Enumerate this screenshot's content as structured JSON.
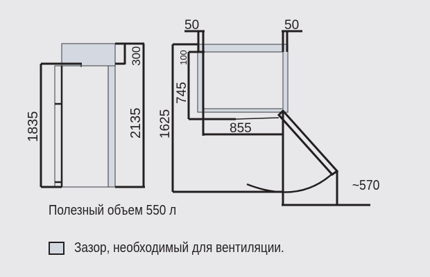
{
  "diagram": {
    "colors": {
      "background": "#e8e8ea",
      "line": "#231f20",
      "clearance_fill": "#d4d9e1",
      "body_fill": "#e8e8ea"
    },
    "front_view": {
      "dim_height_body": "1835",
      "dim_height_total": "2135",
      "dim_top_clearance": "300"
    },
    "top_view": {
      "dim_side_clearance_left": "50",
      "dim_side_clearance_right": "50",
      "dim_rear_clearance": "100",
      "dim_depth": "745",
      "dim_depth_door_open": "1625",
      "dim_width": "855",
      "dim_door_swing": "~570"
    }
  },
  "caption": {
    "volume_text": "Полезный объем 550 л"
  },
  "legend": {
    "items": [
      {
        "label": "Зазор, необходимый для вентиляции.",
        "color": "#d4d9e1"
      }
    ]
  }
}
